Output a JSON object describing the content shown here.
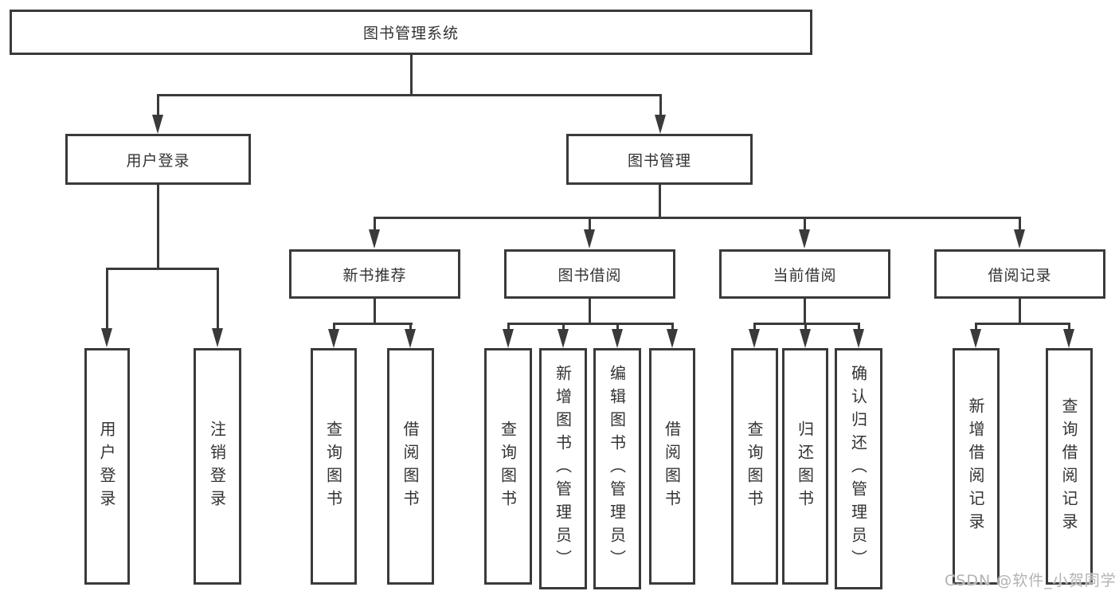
{
  "diagram": {
    "root": {
      "label": "图书管理系统"
    },
    "level2": [
      {
        "label": "用户登录"
      },
      {
        "label": "图书管理"
      }
    ],
    "level3": [
      {
        "label": "新书推荐"
      },
      {
        "label": "图书借阅"
      },
      {
        "label": "当前借阅"
      },
      {
        "label": "借阅记录"
      }
    ],
    "leaves": {
      "user_login": {
        "items": [
          "用户登录",
          "注销登录"
        ]
      },
      "new_book": {
        "items": [
          "查询图书",
          "借阅图书"
        ]
      },
      "book_borrow": {
        "items": [
          "查询图书",
          "新增图书（管理员）",
          "编辑图书（管理员）",
          "借阅图书"
        ]
      },
      "current_borrow": {
        "items": [
          "查询图书",
          "归还图书",
          "确认归还（管理员）"
        ]
      },
      "borrow_record": {
        "items": [
          "新增借阅记录",
          "查询借阅记录"
        ]
      }
    }
  },
  "watermark": {
    "text": "CSDN @软件_小贺同学"
  },
  "colors": {
    "line": "#3a3a3a",
    "text": "#333333",
    "watermark": "#b3b3b3",
    "background": "#ffffff"
  }
}
